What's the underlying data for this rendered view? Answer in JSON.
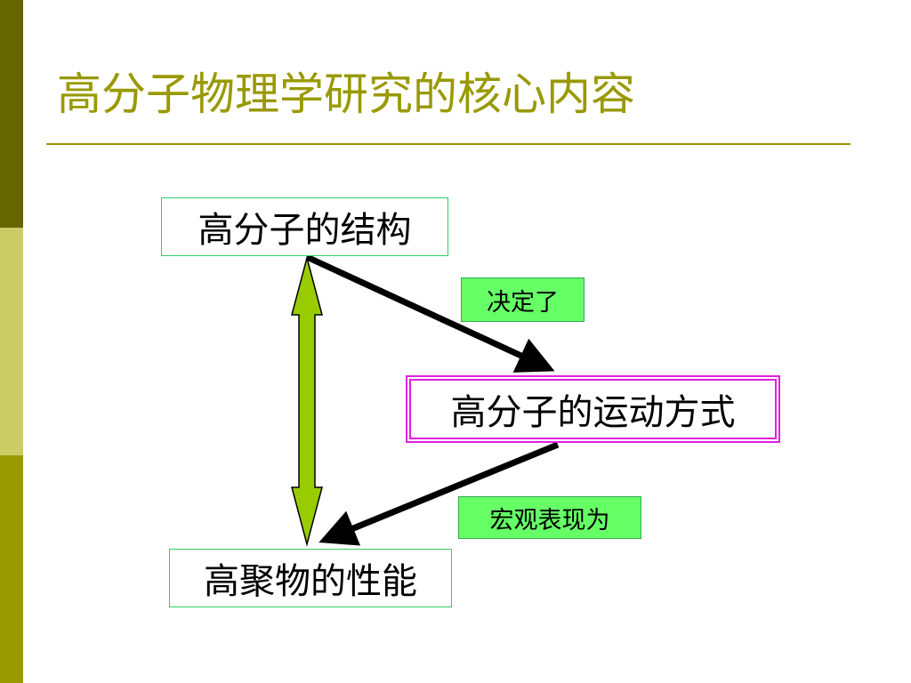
{
  "slide": {
    "title": "高分子物理学研究的核心内容",
    "colors": {
      "accent": "#999900",
      "band_dark": "#666600",
      "band_light": "#cccc66",
      "band_mid": "#999900",
      "tag_fill": "#66ff66",
      "double_arrow": "#99cc00",
      "highlight_border": "#e020e0",
      "node_border": "#33cc66"
    }
  },
  "diagram": {
    "nodes": {
      "structure": "高分子的结构",
      "motion": "高分子的运动方式",
      "properties": "高聚物的性能"
    },
    "edge_labels": {
      "determines": "决定了",
      "manifests_as": "宏观表现为"
    },
    "edges": [
      {
        "from": "structure",
        "to": "motion",
        "label": "determines",
        "style": "black-arrow"
      },
      {
        "from": "motion",
        "to": "properties",
        "label": "manifests_as",
        "style": "black-arrow"
      },
      {
        "from": "structure",
        "to": "properties",
        "style": "green-double-arrow"
      }
    ]
  }
}
